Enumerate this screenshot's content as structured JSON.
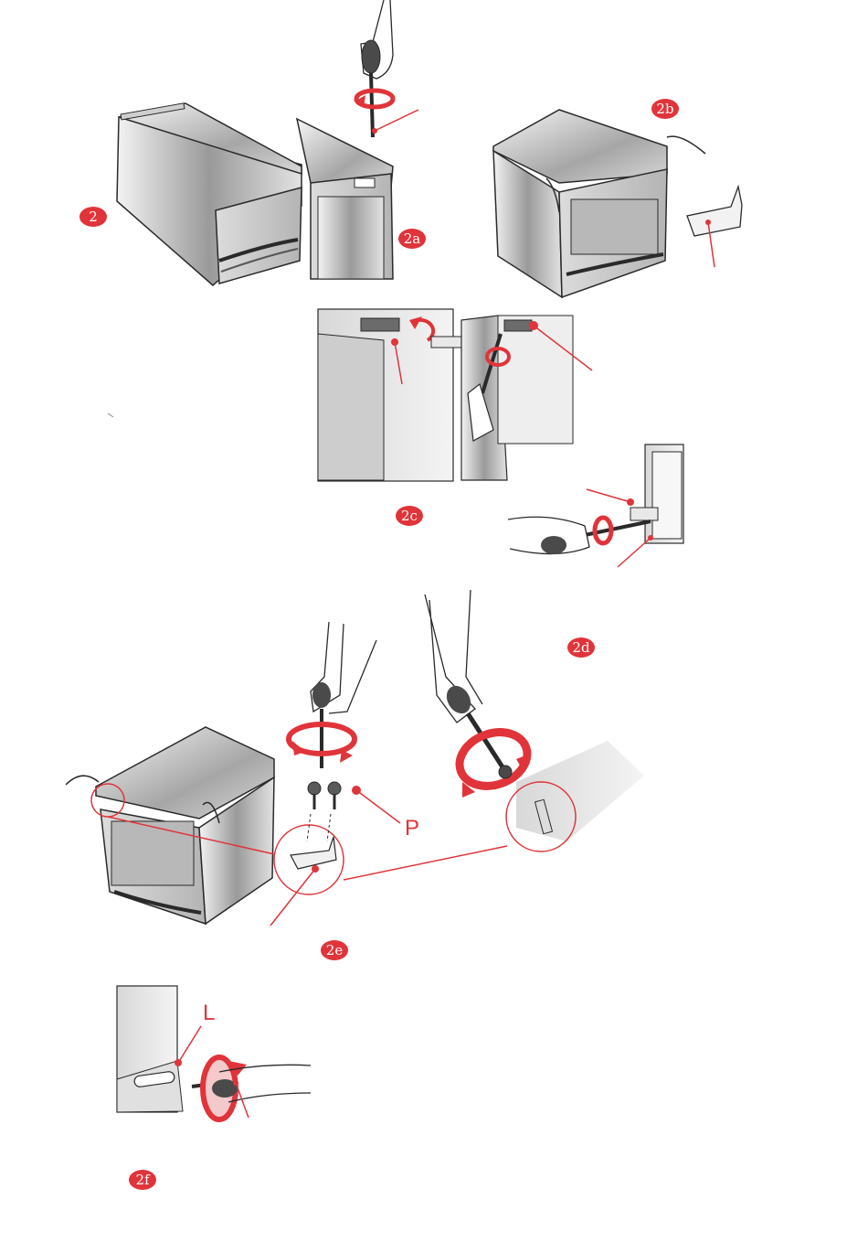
{
  "steps": {
    "s2": {
      "label": "2"
    },
    "s2a": {
      "label": "2a"
    },
    "s2b": {
      "label": "2b"
    },
    "s2c": {
      "label": "2c"
    },
    "s2d": {
      "label": "2d"
    },
    "s2e": {
      "label": "2e"
    },
    "s2f": {
      "label": "2f"
    }
  },
  "callouts": {
    "p": {
      "label": "P"
    },
    "l": {
      "label": "L"
    }
  },
  "colors": {
    "accent": "#e0343a",
    "outline": "#2a2a2a",
    "panel_dark": "#8c8c8c",
    "panel_light": "#e6e6e6"
  }
}
